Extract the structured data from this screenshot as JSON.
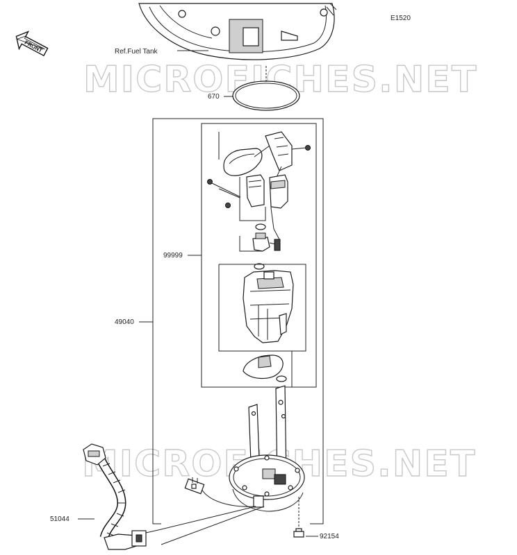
{
  "diagram": {
    "code": "E1520",
    "front_label": "FRONT",
    "watermark": "MICROFICHES.NET",
    "parts": [
      {
        "id": "ref",
        "label": "Ref.Fuel Tank"
      },
      {
        "id": "p670",
        "label": "670"
      },
      {
        "id": "p99999",
        "label": "99999"
      },
      {
        "id": "p49040",
        "label": "49040"
      },
      {
        "id": "p51044",
        "label": "51044"
      },
      {
        "id": "p92154",
        "label": "92154"
      }
    ]
  }
}
